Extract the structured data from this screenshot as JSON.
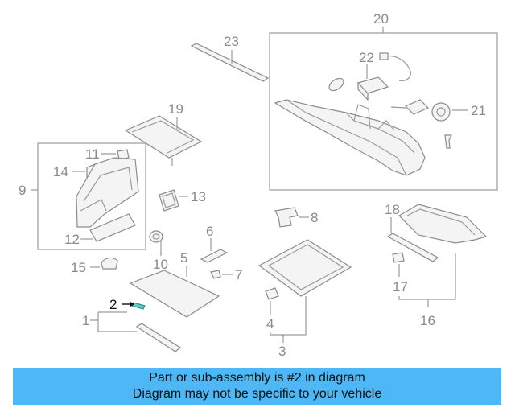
{
  "callouts": {
    "c1": "1",
    "c2": "2",
    "c3": "3",
    "c4": "4",
    "c5": "5",
    "c6": "6",
    "c7": "7",
    "c8": "8",
    "c9": "9",
    "c10": "10",
    "c11": "11",
    "c12": "12",
    "c13": "13",
    "c14": "14",
    "c15": "15",
    "c16": "16",
    "c17": "17",
    "c18": "18",
    "c19": "19",
    "c20": "20",
    "c21": "21",
    "c22": "22",
    "c23": "23"
  },
  "highlighted_part": "2",
  "colors": {
    "banner": "#4db8f5",
    "highlight_part": "#5bd0c8",
    "line_art": "#9a9a9a"
  },
  "banner": {
    "line1": "Part or sub-assembly is #2 in diagram",
    "line2": "Diagram may not be specific to your vehicle"
  }
}
